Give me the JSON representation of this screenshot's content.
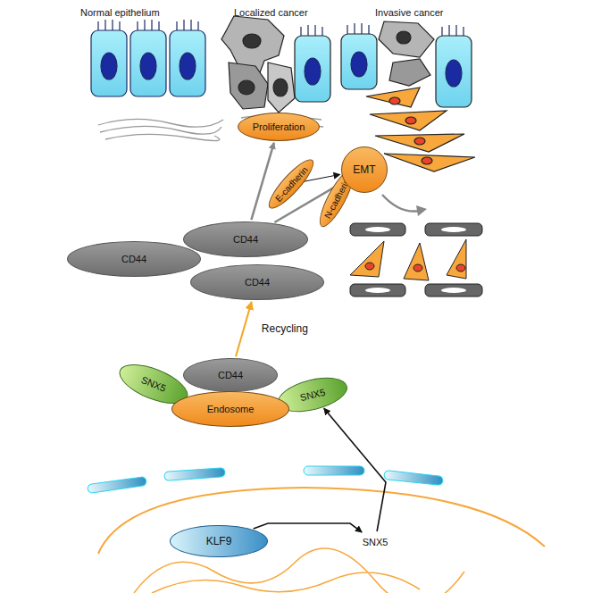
{
  "diagram": {
    "nodes": [
      {
        "text": [
          "Proliferation"
        ]
      },
      {
        "text": [
          "E-cadherin"
        ]
      },
      {
        "text": [
          "N-cadherin"
        ]
      },
      {
        "text": [
          "EMT"
        ]
      },
      {
        "text": [
          "CD44"
        ]
      },
      {
        "text": [
          "CD44"
        ]
      },
      {
        "text": [
          "CD44"
        ]
      },
      {
        "text": [
          "SNX5"
        ]
      },
      {
        "text": [
          "CD44"
        ]
      },
      {
        "text": [
          "SNX5"
        ]
      },
      {
        "text": [
          "Endosome"
        ]
      },
      {
        "text": [
          "KLF9"
        ]
      },
      {
        "text": [
          "SNX5"
        ]
      }
    ],
    "edges": [
      {
        "from": 5,
        "to": 0,
        "arrow": "to"
      },
      {
        "from": 5,
        "to": 3,
        "arrow": "to"
      },
      {
        "from": 1,
        "to": 3,
        "arrow": "to"
      },
      {
        "from": 2,
        "to": 3,
        "arrow": "to"
      },
      {
        "from": 8,
        "to": 6,
        "label": "Recycling",
        "arrow": "to"
      },
      {
        "from": 11,
        "to": 12,
        "arrow": "to"
      },
      {
        "from": 12,
        "to": 9,
        "arrow": "to"
      }
    ],
    "labels": [
      "Normal epithelium",
      "Localized cancer",
      "Invasive cancer"
    ]
  }
}
